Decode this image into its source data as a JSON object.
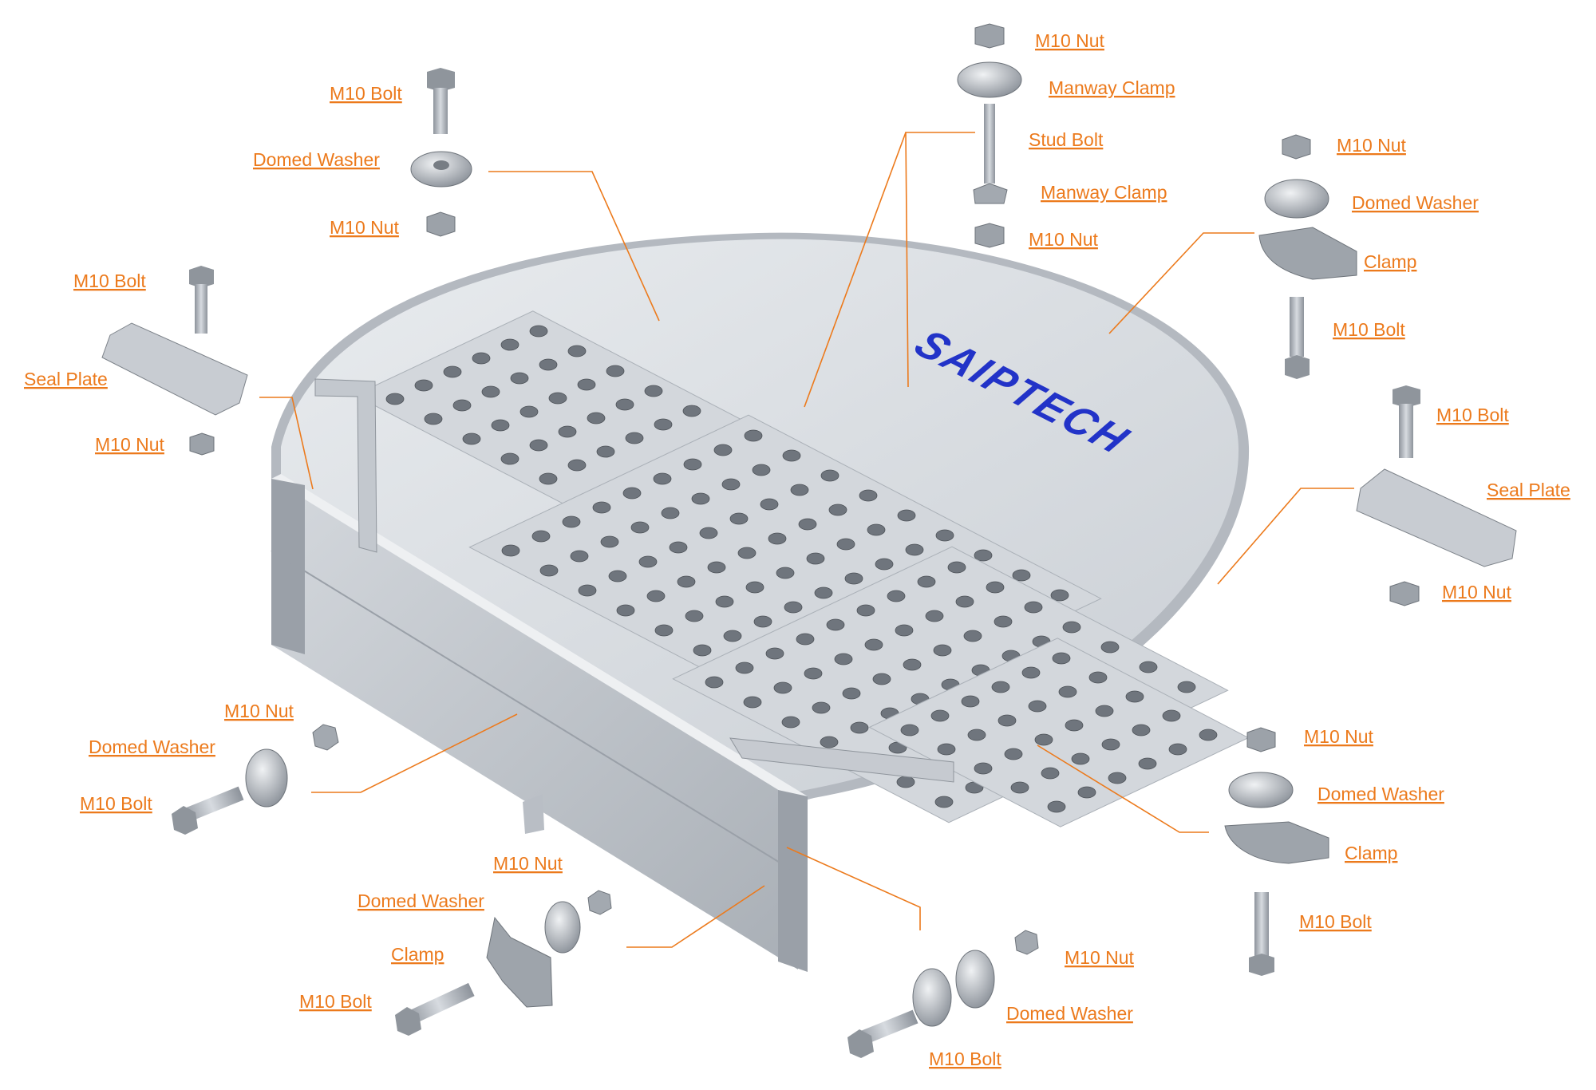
{
  "brand": "SAIPTECH",
  "colors": {
    "label": "#ec7a1c",
    "brand": "#2233c8",
    "metal": "#b9bec5",
    "plate": "#dfe2e6"
  },
  "labels": {
    "top_center": {
      "nut_1": "M10 Nut",
      "manway_clamp_1": "Manway Clamp",
      "stud_bolt": "Stud Bolt",
      "manway_clamp_2": "Manway Clamp",
      "nut_2": "M10 Nut"
    },
    "top_left": {
      "bolt": "M10 Bolt",
      "washer": "Domed Washer",
      "nut": "M10 Nut"
    },
    "left": {
      "bolt": "M10 Bolt",
      "seal_plate": "Seal Plate",
      "nut": "M10 Nut"
    },
    "top_right": {
      "nut": "M10 Nut",
      "washer": "Domed Washer",
      "clamp": "Clamp",
      "bolt": "M10 Bolt"
    },
    "right": {
      "bolt": "M10 Bolt",
      "seal_plate": "Seal Plate",
      "nut": "M10 Nut"
    },
    "lower_left": {
      "nut": "M10 Nut",
      "washer": "Domed Washer",
      "bolt": "M10 Bolt"
    },
    "bottom_left": {
      "nut": "M10 Nut",
      "washer": "Domed Washer",
      "clamp": "Clamp",
      "bolt": "M10 Bolt"
    },
    "bottom_center": {
      "nut": "M10 Nut",
      "washer": "Domed Washer",
      "bolt": "M10 Bolt"
    },
    "bottom_right": {
      "nut": "M10 Nut",
      "washer": "Domed Washer",
      "clamp": "Clamp",
      "bolt": "M10 Bolt"
    }
  }
}
